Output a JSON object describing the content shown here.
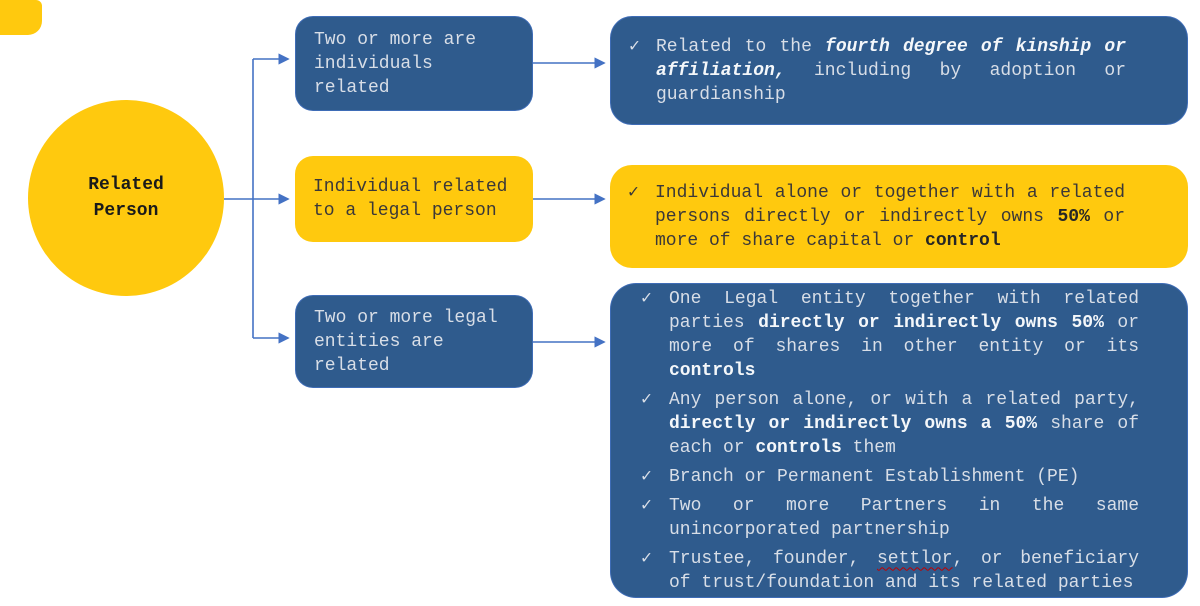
{
  "title": "Related Person definition diagram",
  "colors": {
    "yellow": "#FFC90E",
    "blue": "#2F5B8D",
    "arrow": "#4472C4",
    "light_text": "#D8DEE7",
    "dark_text": "#3B3838",
    "squiggle_red": "#C00000"
  },
  "icons": {
    "check": "✓"
  },
  "root_node": {
    "lines": [
      "Related",
      "Person"
    ]
  },
  "middle_nodes": [
    {
      "variant": "blue",
      "text": "Two or more are individuals related"
    },
    {
      "variant": "yellow",
      "text": "Individual related to a legal person"
    },
    {
      "variant": "blue",
      "text": "Two or more legal entities are related"
    }
  ],
  "right_nodes": [
    {
      "variant": "blue",
      "bullets": [
        {
          "segments": [
            {
              "style": "regular",
              "text": "Related to the "
            },
            {
              "style": "bold-italic",
              "text": "fourth degree of kinship or affiliation,"
            },
            {
              "style": "regular",
              "text": " including by adoption or guardianship"
            }
          ]
        }
      ]
    },
    {
      "variant": "yellow",
      "bullets": [
        {
          "segments": [
            {
              "style": "regular",
              "text": "Individual alone or together with a related persons directly or indirectly owns "
            },
            {
              "style": "bold",
              "text": "50%"
            },
            {
              "style": "regular",
              "text": " or more of share capital or "
            },
            {
              "style": "bold",
              "text": "control"
            }
          ]
        }
      ]
    },
    {
      "variant": "blue",
      "bullets": [
        {
          "segments": [
            {
              "style": "regular",
              "text": "One Legal entity together with related parties "
            },
            {
              "style": "bold",
              "text": "directly or indirectly owns 50%"
            },
            {
              "style": "regular",
              "text": " or more of shares in other entity or its "
            },
            {
              "style": "bold",
              "text": "controls"
            }
          ]
        },
        {
          "segments": [
            {
              "style": "regular",
              "text": "Any person alone, or with a related party, "
            },
            {
              "style": "bold",
              "text": "directly or indirectly owns a 50%"
            },
            {
              "style": "regular",
              "text": " share of each or "
            },
            {
              "style": "bold",
              "text": "controls"
            },
            {
              "style": "regular",
              "text": " them"
            }
          ]
        },
        {
          "segments": [
            {
              "style": "regular",
              "text": "Branch or Permanent Establishment (PE)"
            }
          ]
        },
        {
          "segments": [
            {
              "style": "regular",
              "text": "Two or more Partners in the same unincorporated partnership"
            }
          ]
        },
        {
          "segments": [
            {
              "style": "regular",
              "text": "Trustee, founder, "
            },
            {
              "style": "squiggle",
              "text": "settlor"
            },
            {
              "style": "regular",
              "text": ", or beneficiary of trust/foundation and its related parties"
            }
          ]
        }
      ]
    }
  ]
}
